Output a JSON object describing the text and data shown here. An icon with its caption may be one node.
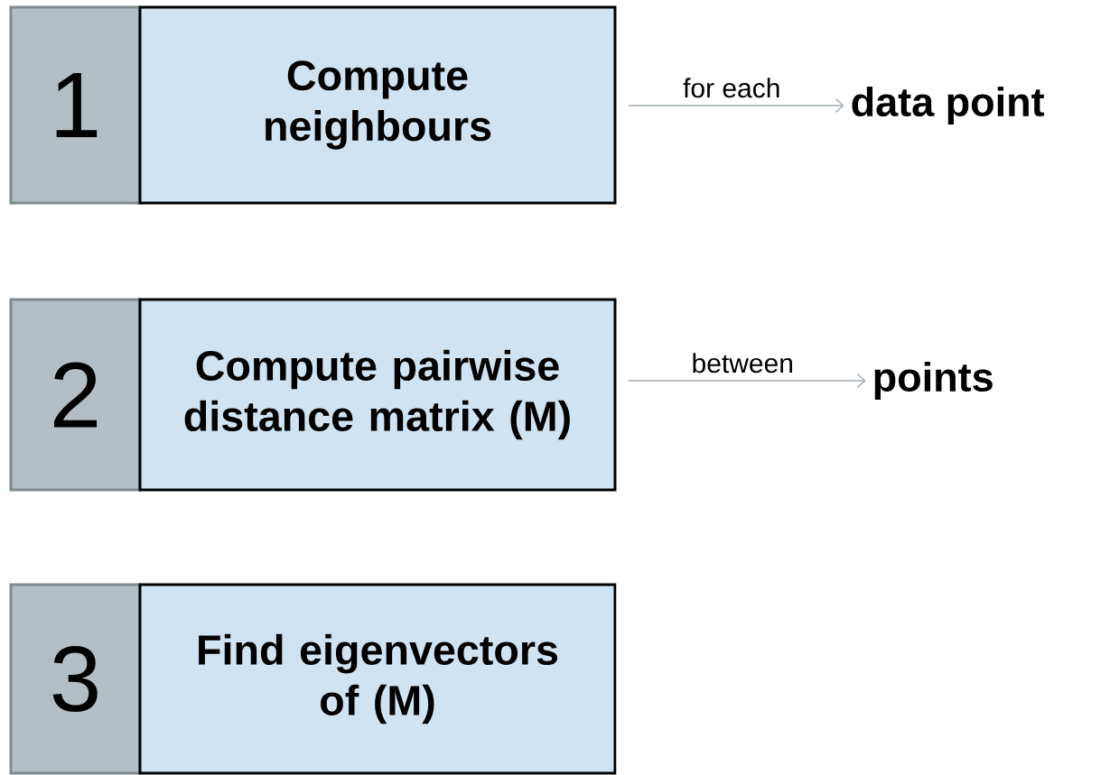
{
  "diagram": {
    "nodes": [
      {
        "text": [
          "1"
        ]
      },
      {
        "text": [
          "Compute neighbours"
        ]
      },
      {
        "text": [
          "data point"
        ]
      },
      {
        "text": [
          "2"
        ]
      },
      {
        "text": [
          "Compute pairwise distance matrix (M)"
        ]
      },
      {
        "text": [
          "points"
        ]
      },
      {
        "text": [
          "3"
        ]
      },
      {
        "text": [
          "Find eigenvectors of (M)"
        ]
      }
    ],
    "edges": [
      {
        "from": 1,
        "to": 2,
        "arrow": "to",
        "label": "for each"
      },
      {
        "from": 4,
        "to": 5,
        "arrow": "to",
        "label": "between"
      }
    ]
  }
}
